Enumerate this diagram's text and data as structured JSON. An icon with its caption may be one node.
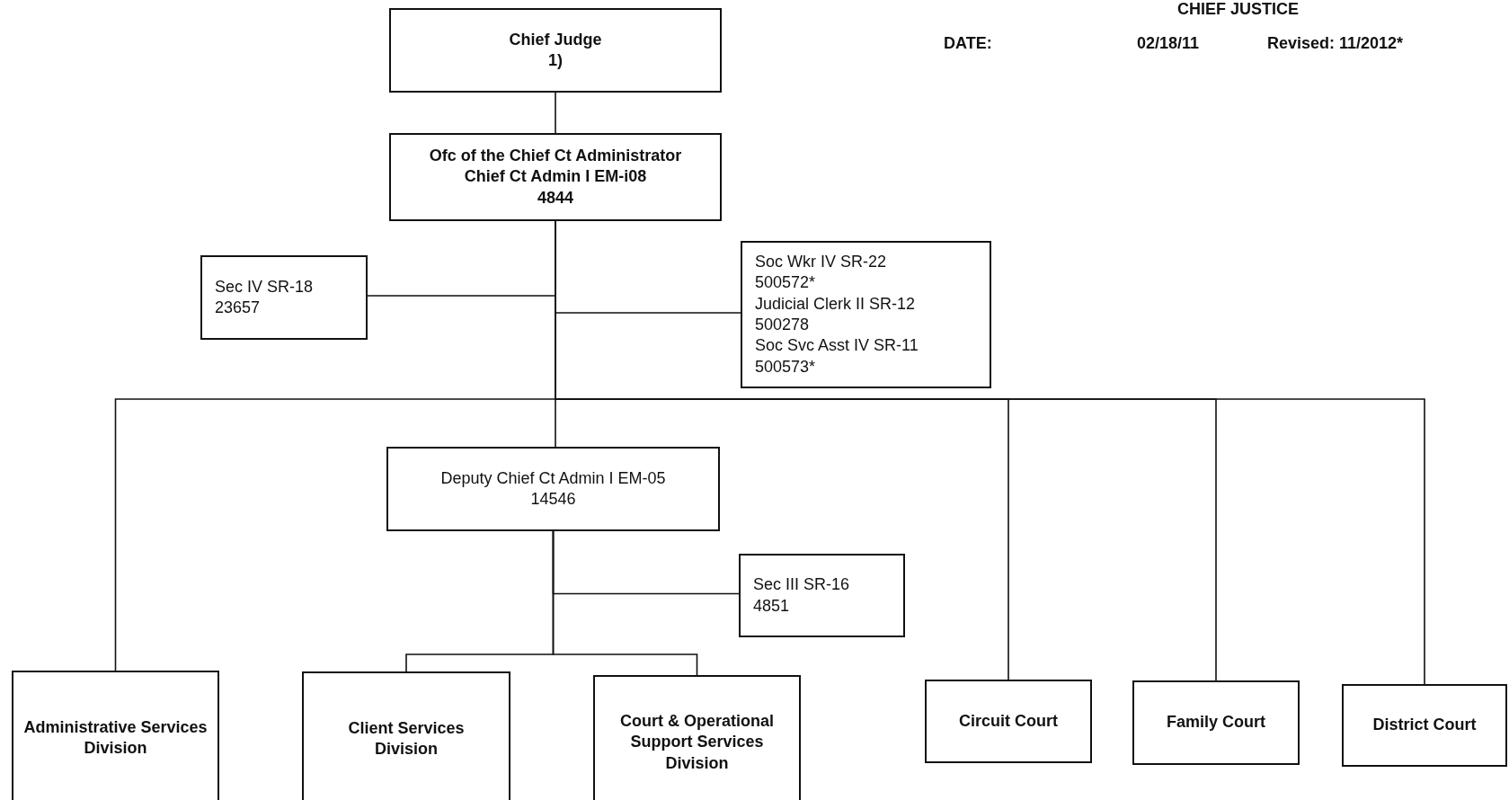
{
  "diagram": {
    "nodes": [
      {
        "text": [
          "Chief Judge",
          "1)"
        ]
      },
      {
        "text": [
          "Ofc of the Chief Ct Administrator",
          "Chief Ct Admin I EM-i08",
          "4844"
        ]
      },
      {
        "text": [
          "Sec IV SR-18",
          "23657"
        ]
      },
      {
        "text": [
          "Soc Wkr IV SR-22",
          "500572*",
          "Judicial Clerk II SR-12",
          "500278",
          "Soc Svc Asst IV SR-11",
          "500573*"
        ]
      },
      {
        "text": [
          "Deputy Chief Ct Admin I EM-05",
          "14546"
        ]
      },
      {
        "text": [
          "Sec III SR-16",
          "4851"
        ]
      },
      {
        "text": [
          "Administrative Services Division"
        ]
      },
      {
        "text": [
          "Client Services Division"
        ]
      },
      {
        "text": [
          "Court & Operational Support Services Division"
        ]
      },
      {
        "text": [
          "Circuit Court"
        ]
      },
      {
        "text": [
          "Family Court"
        ]
      },
      {
        "text": [
          "District Court"
        ]
      }
    ],
    "edges": [
      {
        "from": 0,
        "to": 1,
        "arrow": "none"
      },
      {
        "from": 1,
        "to": 2,
        "arrow": "none"
      },
      {
        "from": 1,
        "to": 3,
        "arrow": "none"
      },
      {
        "from": 1,
        "to": 6,
        "arrow": "none"
      },
      {
        "from": 1,
        "to": 4,
        "arrow": "none"
      },
      {
        "from": 1,
        "to": 9,
        "arrow": "none"
      },
      {
        "from": 1,
        "to": 10,
        "arrow": "none"
      },
      {
        "from": 1,
        "to": 11,
        "arrow": "none"
      },
      {
        "from": 4,
        "to": 5,
        "arrow": "none"
      },
      {
        "from": 4,
        "to": 7,
        "arrow": "none"
      },
      {
        "from": 4,
        "to": 8,
        "arrow": "none"
      }
    ],
    "labels": [
      "CHIEF JUSTICE",
      "DATE:",
      "02/18/11",
      "Revised: 11/2012*"
    ]
  }
}
